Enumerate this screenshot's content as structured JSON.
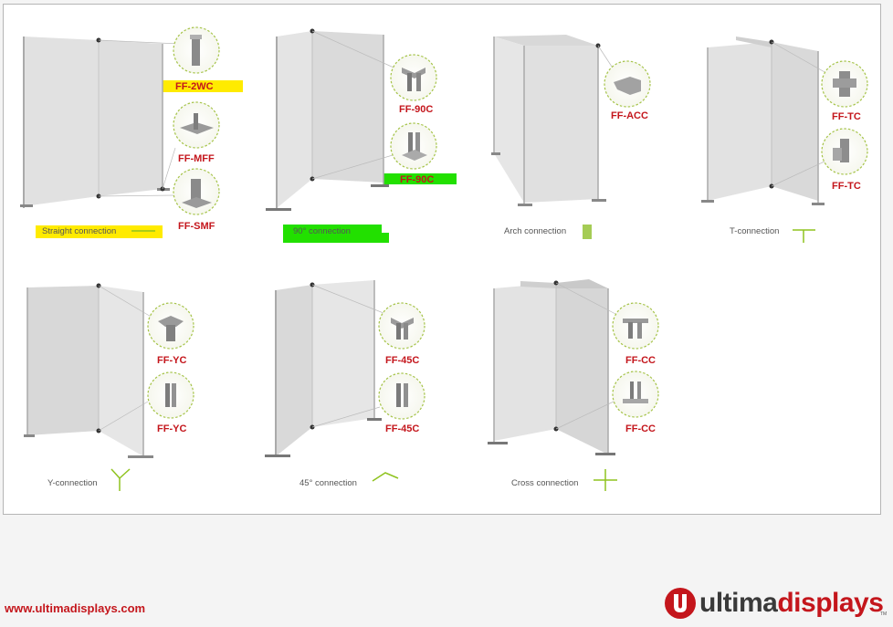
{
  "footer": {
    "website": "www.ultimadisplays.com",
    "logo_word_1": "ultima",
    "logo_word_2": "displays",
    "logo_tm": "TM"
  },
  "colors": {
    "label_red": "#c4161c",
    "accent_green": "#8fc31f",
    "highlight_yellow": "#ffeb00",
    "highlight_green": "#22e000",
    "panel_grey": "#e3e3e3"
  },
  "connections": {
    "straight": {
      "caption": "Straight connection",
      "parts": [
        "FF-2WC",
        "FF-MFF",
        "FF-SMF"
      ],
      "symbol": "straight-line-icon"
    },
    "ninety": {
      "caption": "90° connection",
      "parts": [
        "FF-90C",
        "FF-90C"
      ],
      "symbol": "corner-icon"
    },
    "arch": {
      "caption": "Arch connection",
      "parts": [
        "FF-ACC"
      ],
      "symbol": "bar-icon"
    },
    "t": {
      "caption": "T-connection",
      "parts": [
        "FF-TC",
        "FF-TC"
      ],
      "symbol": "t-icon"
    },
    "y": {
      "caption": "Y-connection",
      "parts": [
        "FF-YC",
        "FF-YC"
      ],
      "symbol": "y-icon"
    },
    "fortyfive": {
      "caption": "45° connection",
      "parts": [
        "FF-45C",
        "FF-45C"
      ],
      "symbol": "angle-icon"
    },
    "cross": {
      "caption": "Cross connection",
      "parts": [
        "FF-CC",
        "FF-CC"
      ],
      "symbol": "cross-icon"
    }
  }
}
